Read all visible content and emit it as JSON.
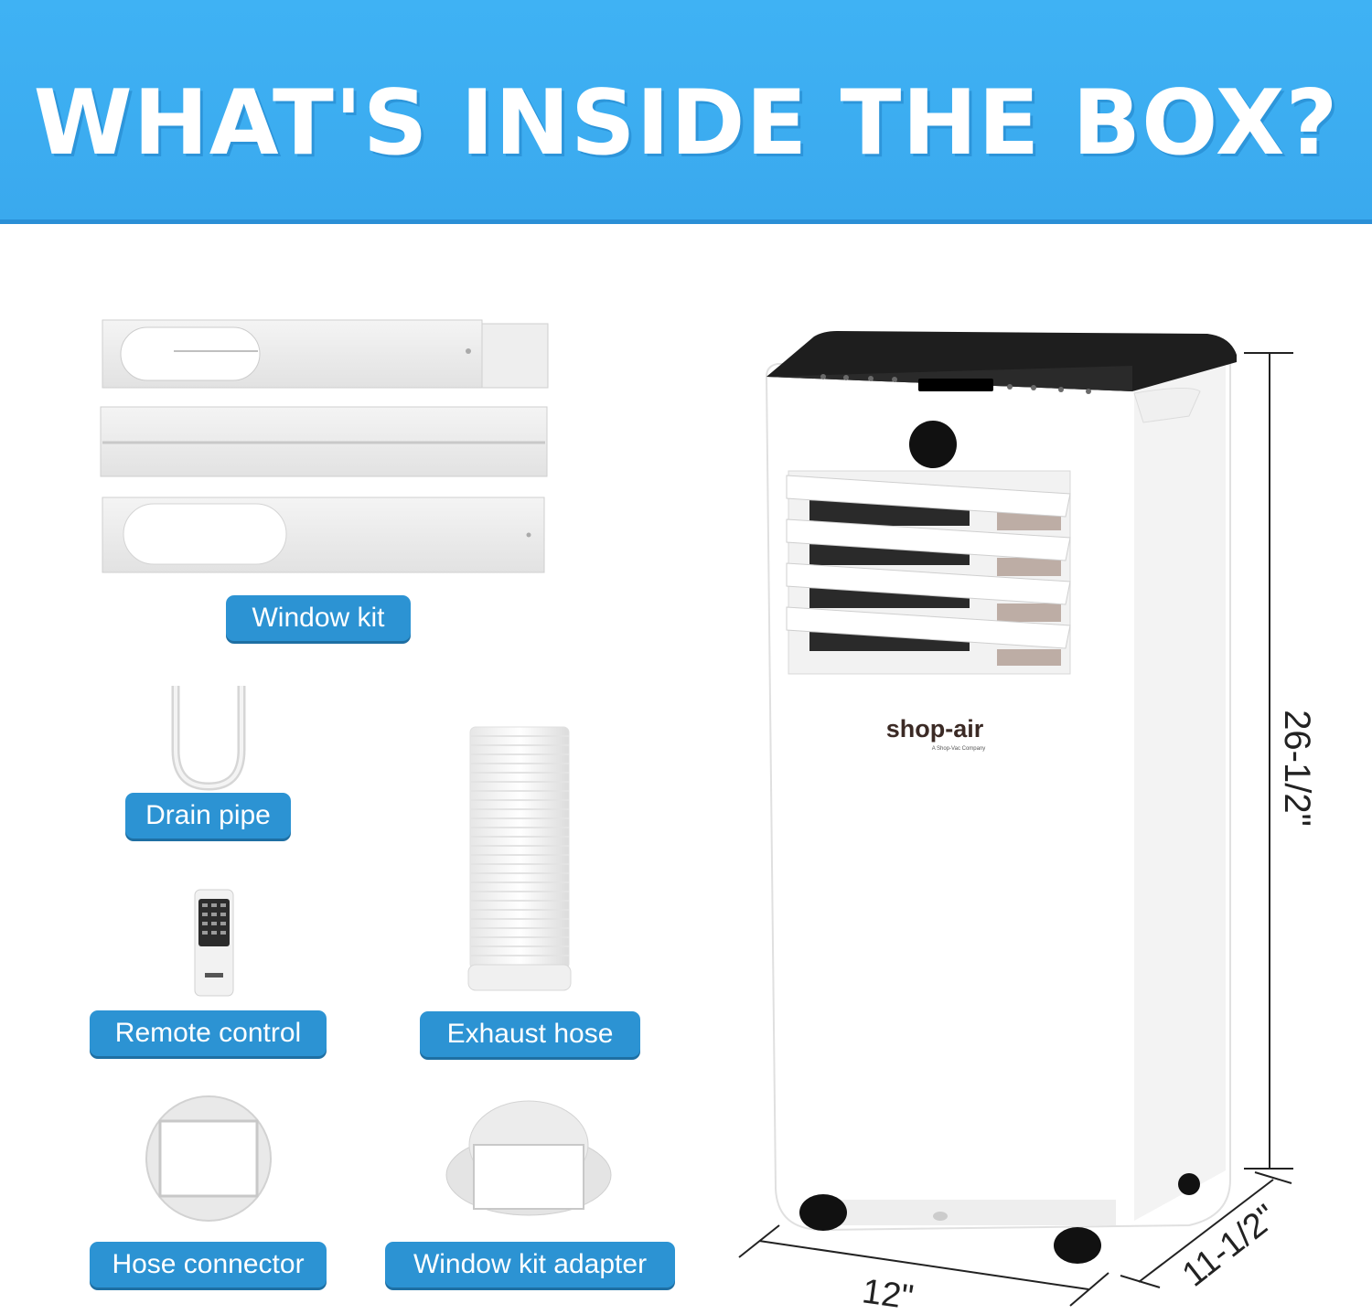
{
  "banner": {
    "title": "WHAT'S INSIDE THE BOX?"
  },
  "items": {
    "window_kit": "Window kit",
    "drain_pipe": "Drain pipe",
    "remote_control": "Remote control",
    "exhaust_hose": "Exhaust hose",
    "hose_connector": "Hose connector",
    "window_kit_adapter": "Window kit adapter"
  },
  "product": {
    "brand": "shop-air",
    "brand_sub": "A Shop-Vac Company"
  },
  "dimensions": {
    "height": "26-1/2\"",
    "width": "12\"",
    "depth": "11-1/2\""
  },
  "colors": {
    "banner": "#3aa9ee",
    "label_bg": "#2c93d3",
    "label_text": "#ffffff"
  }
}
